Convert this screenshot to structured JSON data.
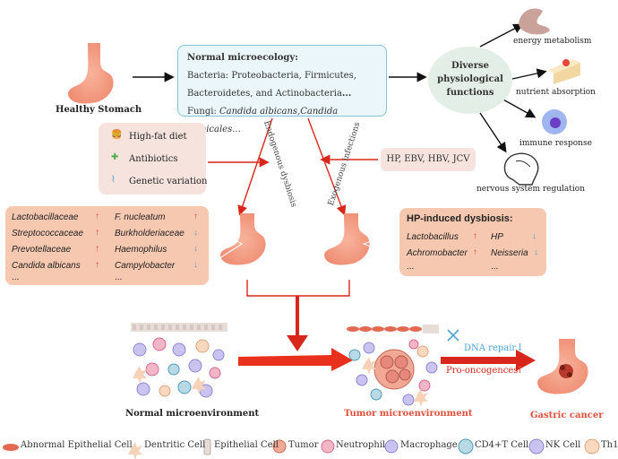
{
  "healthy_stomach": "Healthy Stomach",
  "normal_microecology": {
    "title": "Normal microecology:",
    "bacteria_line1": "Bacteria: Proteobacteria, Firmicutes,",
    "bacteria_line2": "Bacteroidetes, and Actinobacteria",
    "bacteria_ellipsis": "...",
    "fungi_prefix": "Fungi: ",
    "fungi_species": "Candida albicans,Candida tropicales..."
  },
  "functions": {
    "title_line1": "Diverse",
    "title_line2": "physiological",
    "title_line3": "functions",
    "items": [
      "energy metabolism",
      "nutrient absorption",
      "immune response",
      "nervous system regulation"
    ]
  },
  "factors": [
    "High-fat diet",
    "Antibiotics",
    "Genetic variation"
  ],
  "infections": "HP, EBV, HBV, JCV",
  "pathways": {
    "endogenous": "Endogenous dysbiosis",
    "exogenous": "Exogenous infections"
  },
  "taxa_left": [
    {
      "name": "Lactobacillaceae",
      "dir": "↑"
    },
    {
      "name": "Streptococcaceae",
      "dir": "↑"
    },
    {
      "name": "Prevotellaceae",
      "dir": "↑"
    },
    {
      "name": "Candida albicans",
      "dir": "↑"
    }
  ],
  "taxa_right": [
    {
      "name": "F. nucleatum",
      "dir": "↑"
    },
    {
      "name": "Burkholderiaceae",
      "dir": "↓"
    },
    {
      "name": "Haemophilus",
      "dir": "↓"
    },
    {
      "name": "Campylobacter",
      "dir": "↓"
    }
  ],
  "ellipsis": "...",
  "hp_dysbiosis": {
    "title": "HP-induced dysbiosis:",
    "left": [
      {
        "name": "Lactobacillus",
        "dir": "↑"
      },
      {
        "name": "Achromobacter",
        "dir": "↑"
      }
    ],
    "right": [
      {
        "name": "HP",
        "dir": "↓"
      },
      {
        "name": "Neisseria",
        "dir": "↓"
      }
    ]
  },
  "normal_microenvironment": "Normal microenvironment",
  "tumor_microenvironment": "Tumor microenvironment",
  "gastric_cancer": "Gastric cancer",
  "dna_repair": "DNA repair",
  "dna_repair_dir": "↓",
  "pro_oncogenes": "Pro-oncogences",
  "pro_oncogenes_dir": "↑",
  "legend": [
    "Abnormal Epithelial Cell",
    "Dentritic Cell",
    "Epithelial Cell",
    "Tumor",
    "Neutrophil",
    "Macrophage",
    "CD4+T Cell",
    "NK Cell",
    "Th1"
  ],
  "colors": {
    "stomach": "#f4a48c",
    "micro_border": "#7fc4d9",
    "factors_bg": "#f6e3de",
    "taxa_bg": "#f7c8b0",
    "arrow_red": "#e8301c",
    "up": "#e04a3b",
    "down": "#4aa3d6"
  }
}
